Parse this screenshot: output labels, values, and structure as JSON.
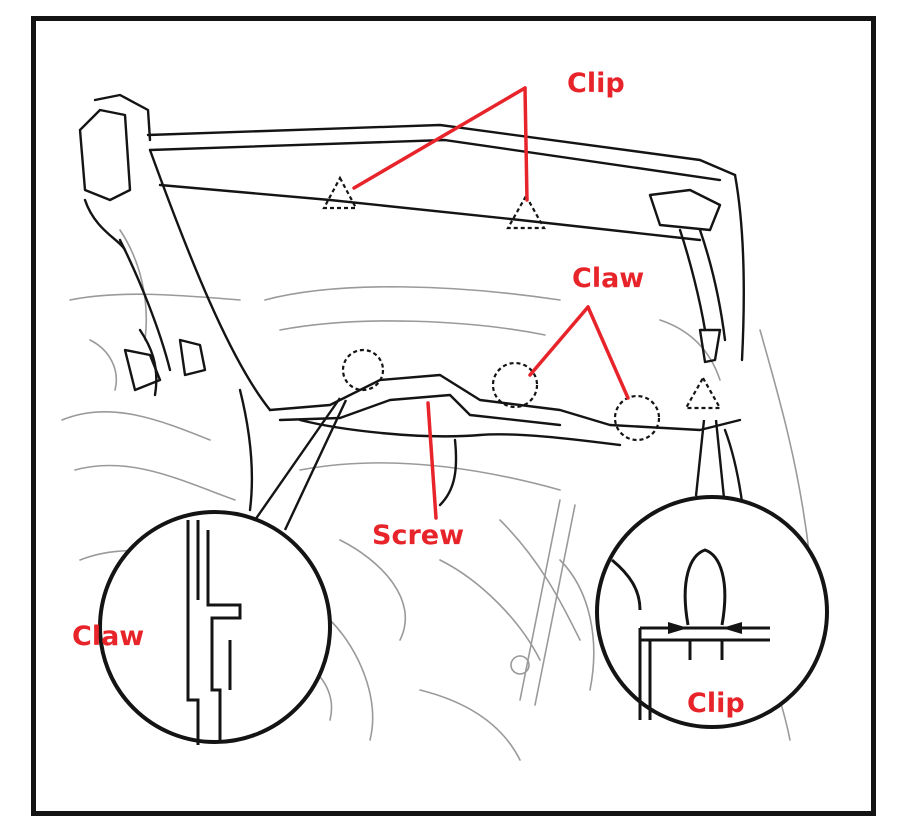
{
  "labels": {
    "clip_top": "Clip",
    "claw_right": "Claw",
    "screw": "Screw",
    "claw_detail": "Claw",
    "clip_detail": "Clip"
  },
  "colors": {
    "callout": "#e8242b",
    "line": "#141414",
    "background": "#ffffff"
  }
}
